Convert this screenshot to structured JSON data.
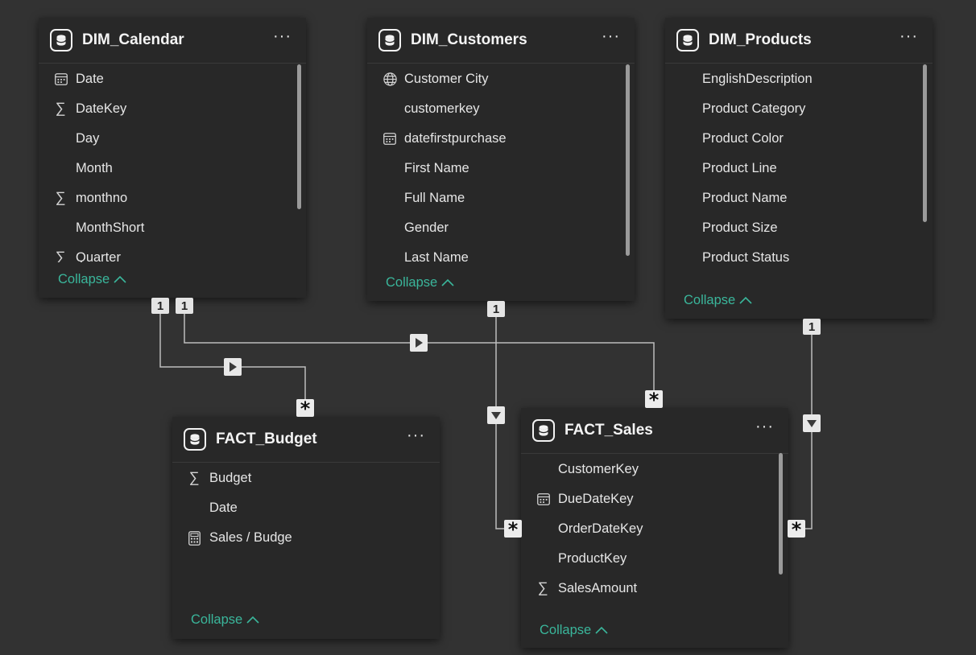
{
  "tables": {
    "dim_calendar": {
      "title": "DIM_Calendar",
      "more": "···",
      "fields": [
        {
          "name": "Date",
          "icon": "calendar-icon"
        },
        {
          "name": "DateKey",
          "icon": "sum-icon"
        },
        {
          "name": "Day",
          "icon": ""
        },
        {
          "name": "Month",
          "icon": ""
        },
        {
          "name": "monthno",
          "icon": "sum-icon"
        },
        {
          "name": "MonthShort",
          "icon": ""
        },
        {
          "name": "Quarter",
          "icon": "sum-icon"
        }
      ],
      "collapse": "Collapse"
    },
    "dim_customers": {
      "title": "DIM_Customers",
      "more": "···",
      "fields": [
        {
          "name": "Customer City",
          "icon": "globe-icon"
        },
        {
          "name": "customerkey",
          "icon": ""
        },
        {
          "name": "datefirstpurchase",
          "icon": "calendar-icon"
        },
        {
          "name": "First Name",
          "icon": ""
        },
        {
          "name": "Full Name",
          "icon": ""
        },
        {
          "name": "Gender",
          "icon": ""
        },
        {
          "name": "Last Name",
          "icon": ""
        }
      ],
      "collapse": "Collapse"
    },
    "dim_products": {
      "title": "DIM_Products",
      "more": "···",
      "fields": [
        {
          "name": "EnglishDescription",
          "icon": ""
        },
        {
          "name": "Product Category",
          "icon": ""
        },
        {
          "name": "Product Color",
          "icon": ""
        },
        {
          "name": "Product Line",
          "icon": ""
        },
        {
          "name": "Product Name",
          "icon": ""
        },
        {
          "name": "Product Size",
          "icon": ""
        },
        {
          "name": "Product Status",
          "icon": ""
        }
      ],
      "collapse": "Collapse"
    },
    "fact_budget": {
      "title": "FACT_Budget",
      "more": "···",
      "fields": [
        {
          "name": "Budget",
          "icon": "sum-icon"
        },
        {
          "name": "Date",
          "icon": ""
        },
        {
          "name": "Sales / Budge",
          "icon": "calculator-icon"
        }
      ],
      "collapse": "Collapse"
    },
    "fact_sales": {
      "title": "FACT_Sales",
      "more": "···",
      "fields": [
        {
          "name": "CustomerKey",
          "icon": ""
        },
        {
          "name": "DueDateKey",
          "icon": "calendar-icon"
        },
        {
          "name": "OrderDateKey",
          "icon": ""
        },
        {
          "name": "ProductKey",
          "icon": ""
        },
        {
          "name": "SalesAmount",
          "icon": "sum-icon"
        }
      ],
      "collapse": "Collapse"
    }
  },
  "relationships": [
    {
      "from": "DIM_Calendar",
      "to": "FACT_Budget",
      "one": "1",
      "many": "*"
    },
    {
      "from": "DIM_Calendar",
      "to": "FACT_Sales",
      "one": "1",
      "many": "*"
    },
    {
      "from": "DIM_Customers",
      "to": "FACT_Sales",
      "one": "1",
      "many": "*"
    },
    {
      "from": "DIM_Products",
      "to": "FACT_Sales",
      "one": "1",
      "many": "*"
    }
  ],
  "colors": {
    "canvas": "#323232",
    "card": "#282828",
    "accent": "#3ab69b",
    "line": "#c8c8c8"
  }
}
